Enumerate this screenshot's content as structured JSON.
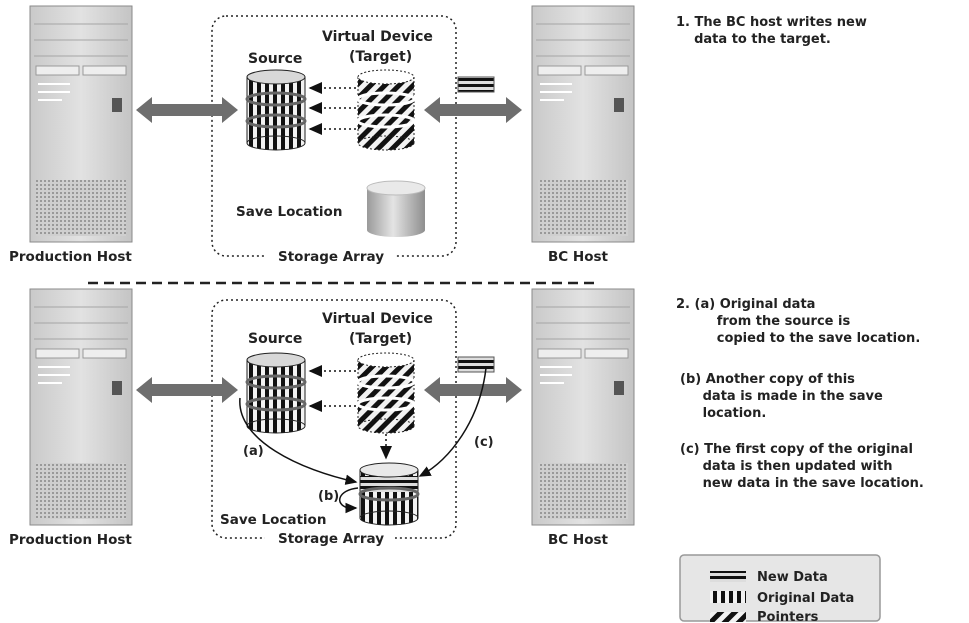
{
  "panel1": {
    "production_host": "Production Host",
    "bc_host": "BC Host",
    "source": "Source",
    "virtual_device": "Virtual Device",
    "target": "(Target)",
    "save_location": "Save Location",
    "storage_array": "Storage Array",
    "note": "1. The BC host writes new\n    data to the target."
  },
  "panel2": {
    "production_host": "Production Host",
    "bc_host": "BC Host",
    "source": "Source",
    "virtual_device": "Virtual Device",
    "target": "(Target)",
    "save_location": "Save Location",
    "storage_array": "Storage Array",
    "label_a": "(a)",
    "label_b": "(b)",
    "label_c": "(c)",
    "note_a": "2. (a) Original data\n         from the source is\n         copied to the save location.",
    "note_b": "(b) Another copy of this\n     data is made in the save\n     location.",
    "note_c": "(c) The first copy of the original\n     data is then updated with\n     new data in the save location."
  },
  "legend": {
    "new_data": "New Data",
    "original_data": "Original Data",
    "pointers": "Pointers"
  },
  "colors": {
    "server_body": "#dcdcdc",
    "arrow_gray": "#6e6e6e",
    "legend_bg": "#e6e6e6"
  }
}
